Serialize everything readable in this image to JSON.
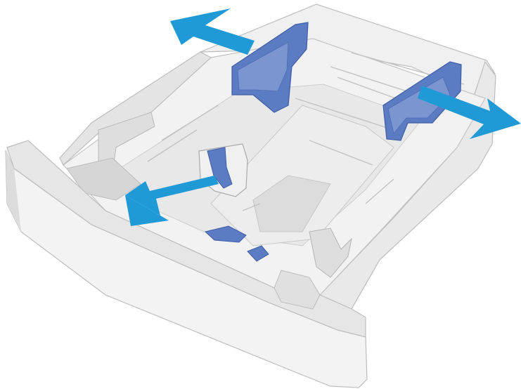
{
  "figure": {
    "subject": "paper-tray",
    "arrows": [
      "paper-width-guide-left-arrow",
      "paper-width-guide-right-arrow",
      "paper-length-guide-arrow"
    ]
  },
  "colors": {
    "arrow": "#1f9ad6",
    "guide": "#5b7cc2",
    "guide_dark": "#3f5ea6",
    "tray_light": "#f1f1f1",
    "tray_mid": "#e3e3e3",
    "tray_shadow": "#cfcfcf",
    "outline": "#b8b8b8"
  }
}
